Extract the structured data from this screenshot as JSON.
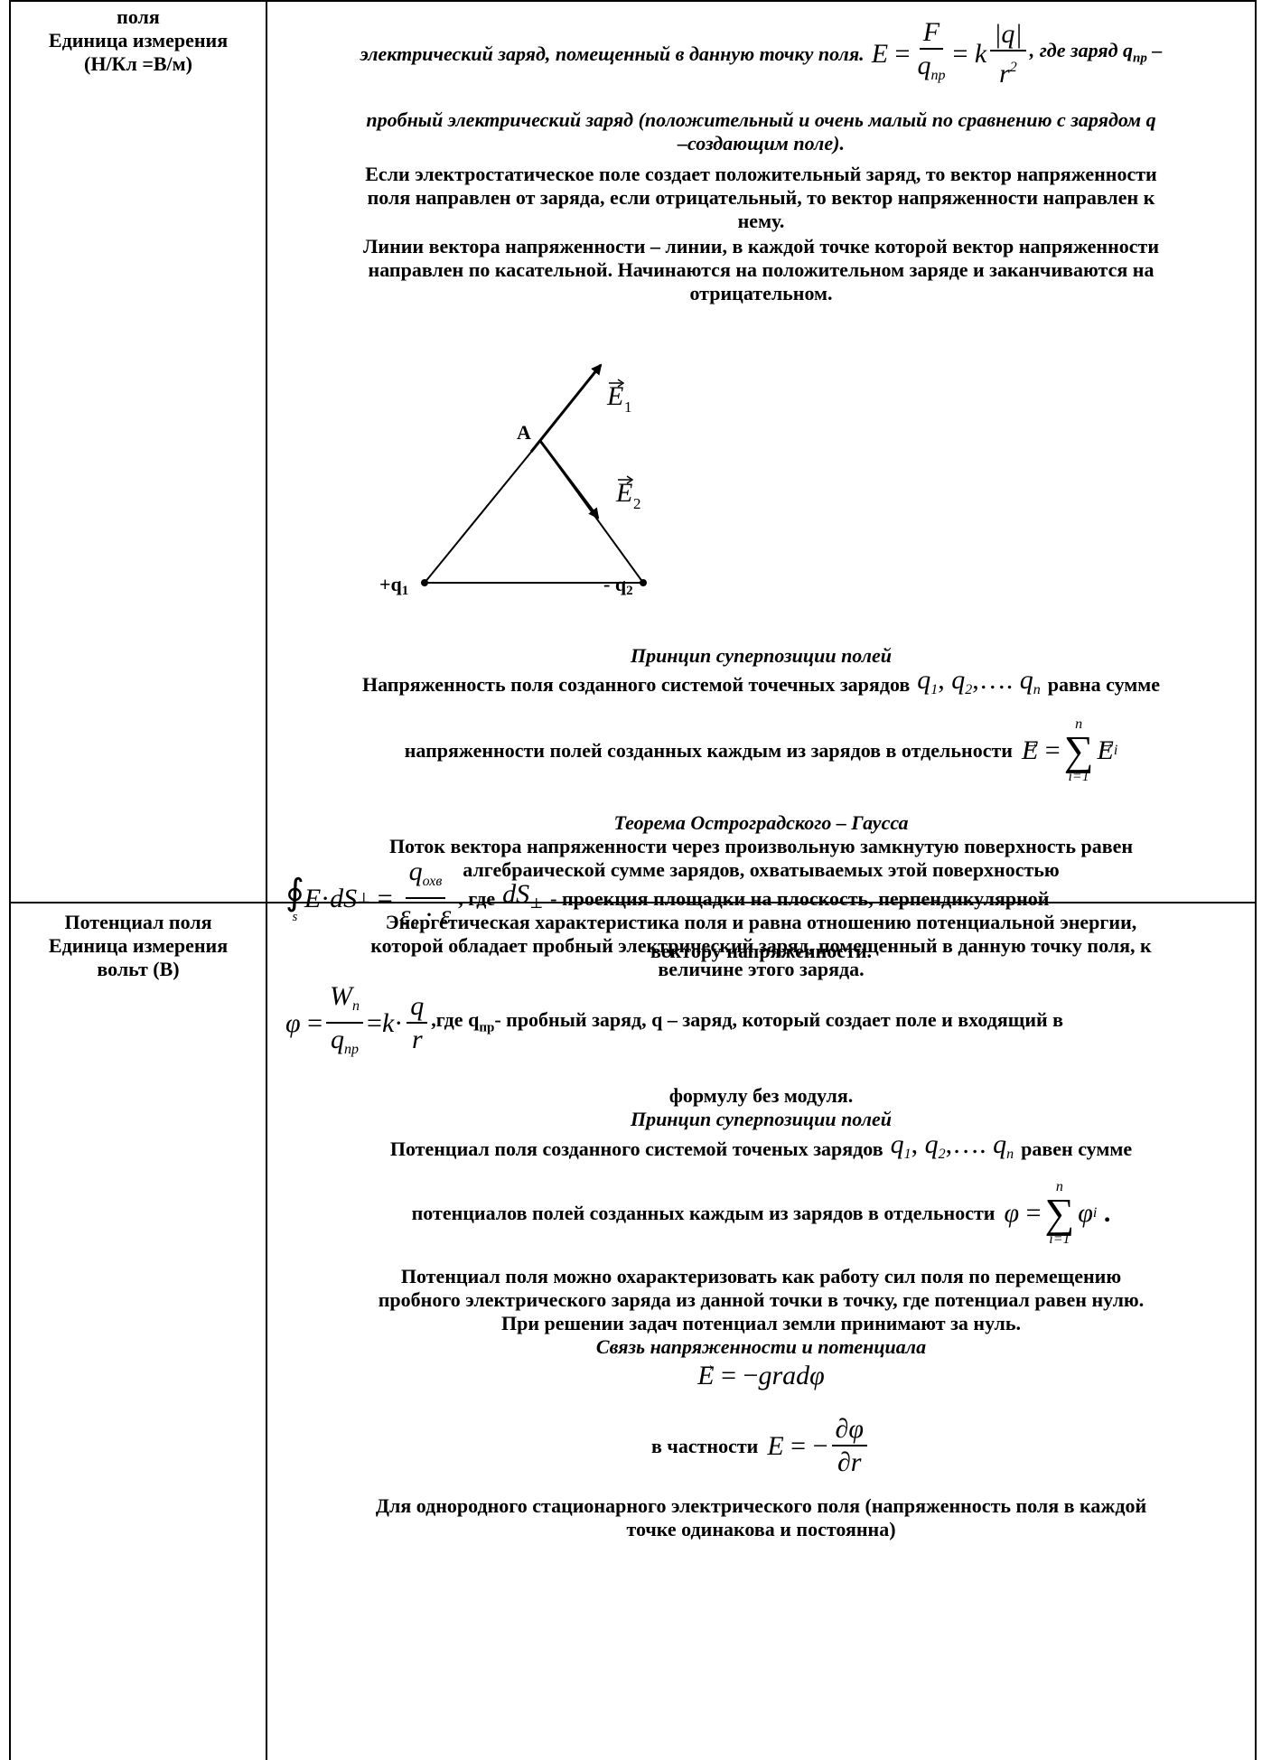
{
  "row1": {
    "left_line1": "поля",
    "left_line2": "Единица измерения",
    "left_line3": "(Н/Кл =В/м)",
    "def_cont": "электрический заряд, помещенный в данную точку поля.",
    "def_after": ", где заряд q",
    "def_after_sub": "пр",
    "def_after_dash": " –",
    "probe_line1": "пробный электрический заряд (положительный и очень малый по сравнению с зарядом q",
    "probe_line2": "–создающим поле).",
    "dir_line1": "Если электростатическое поле создает положительный заряд, то вектор  напряженности",
    "dir_line2": "поля направлен от заряда, если отрицательный, то вектор напряженности направлен к",
    "dir_line3": "нему.",
    "lines_line1": "Линии вектора напряженности – линии, в каждой точке которой вектор напряженности",
    "lines_line2": "направлен по касательной. Начинаются на положительном заряде и заканчиваются на",
    "lines_line3": "отрицательном.",
    "diagram": {
      "point_label": "A",
      "charge_pos": "+q",
      "charge_pos_sub": "1",
      "charge_neg": "- q",
      "charge_neg_sub": "2",
      "vec1": "E",
      "vec1_sub": "1",
      "vec2": "E",
      "vec2_sub": "2"
    },
    "superpos_title": "Принцип суперпозиции полей",
    "superpos_line1": "Напряженность поля созданного системой точечных зарядов",
    "superpos_line1_end": "равна сумме",
    "superpos_line2": "напряженности полей созданных каждым из зарядов в отдельности",
    "gauss_title": "Теорема Остроградского – Гаусса",
    "gauss_line1": "Поток вектора напряженности через произвольную замкнутую поверхность равен",
    "gauss_line2": "алгебраической сумме зарядов, охватываемых этой поверхностью",
    "gauss_where": ", где",
    "gauss_desc": "- проекция площадки на плоскость, перпендикулярной",
    "gauss_desc2": "вектору напряженности."
  },
  "row2": {
    "left_line1": "Потенциал поля",
    "left_line2": "Единица измерения",
    "left_line3": "вольт (В)",
    "energy_line1": "Энергетическая характеристика поля и равна отношению потенциальной энергии,",
    "energy_line2": "которой обладает пробный электрический  заряд, помещенный в данную точку поля,  к",
    "energy_line3": "величине этого заряда.",
    "phi_where": ",где q",
    "phi_where_sub": "пр",
    "phi_desc": "- пробный заряд, q – заряд, который создает поле и входящий в",
    "phi_desc2": "формулу без модуля.",
    "superpos_title": "Принцип суперпозиции полей",
    "superpos_line1": "Потенциал поля  созданного системой точеных зарядов",
    "superpos_line1_end": "равен сумме",
    "superpos_line2": "потенциалов полей созданных каждым из зарядов в отдельности",
    "work_line1": "Потенциал поля можно охарактеризовать как работу сил поля по перемещению",
    "work_line2": "пробного электрического заряда из данной точки в точку, где потенциал равен нулю.",
    "work_line3": "При решении задач потенциал земли принимают за нуль.",
    "relation_title": "Связь напряженности и потенциала",
    "particular": "в частности",
    "uniform_line1": "Для однородного стационарного электрического поля (напряженность поля в каждой",
    "uniform_line2": "точке одинакова и постоянна)"
  }
}
